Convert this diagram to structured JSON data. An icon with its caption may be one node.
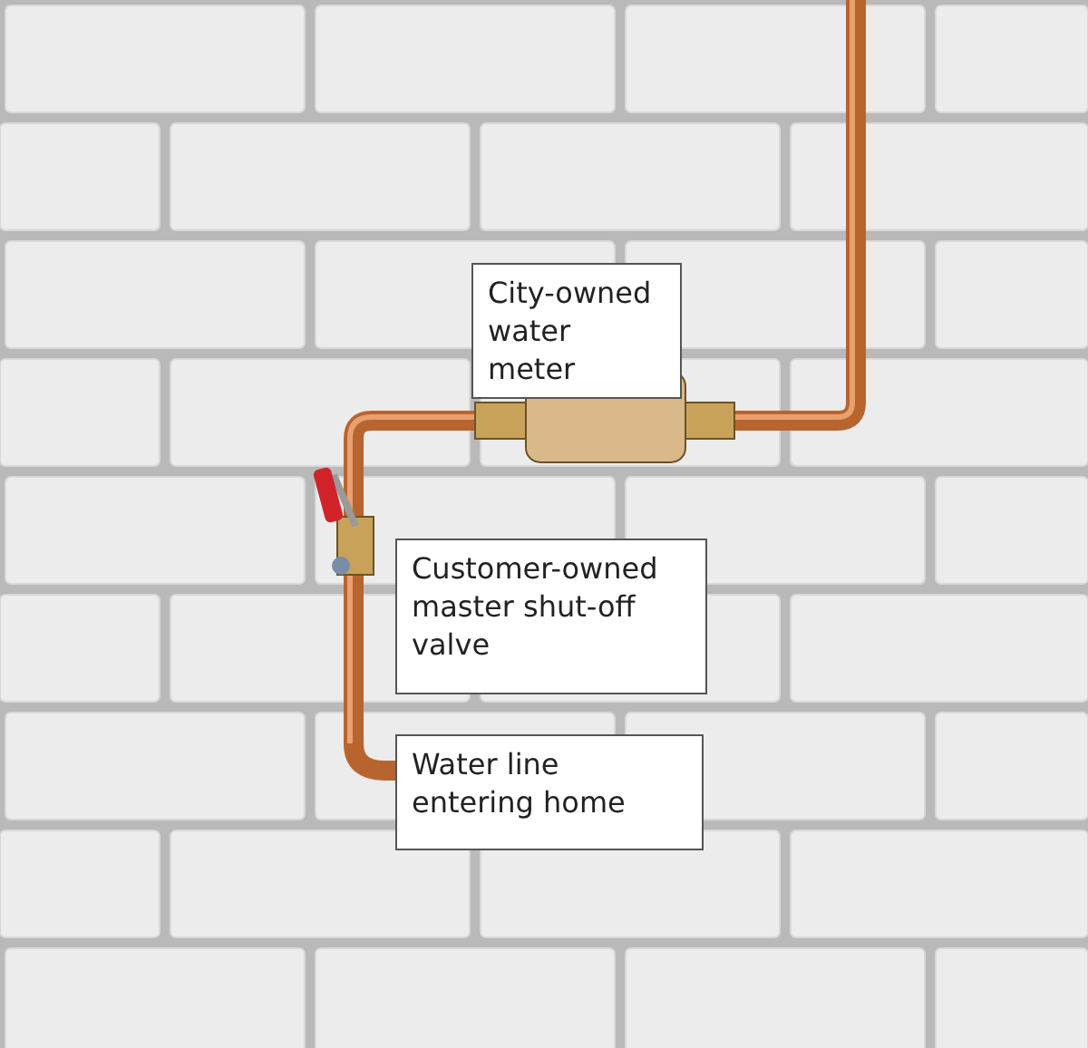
{
  "diagram": {
    "nodes": [
      {
        "text": [
          "City-owned water meter"
        ]
      },
      {
        "text": [
          "Customer-owned master shut-off valve"
        ]
      },
      {
        "text": [
          "Water line entering home"
        ]
      }
    ]
  }
}
